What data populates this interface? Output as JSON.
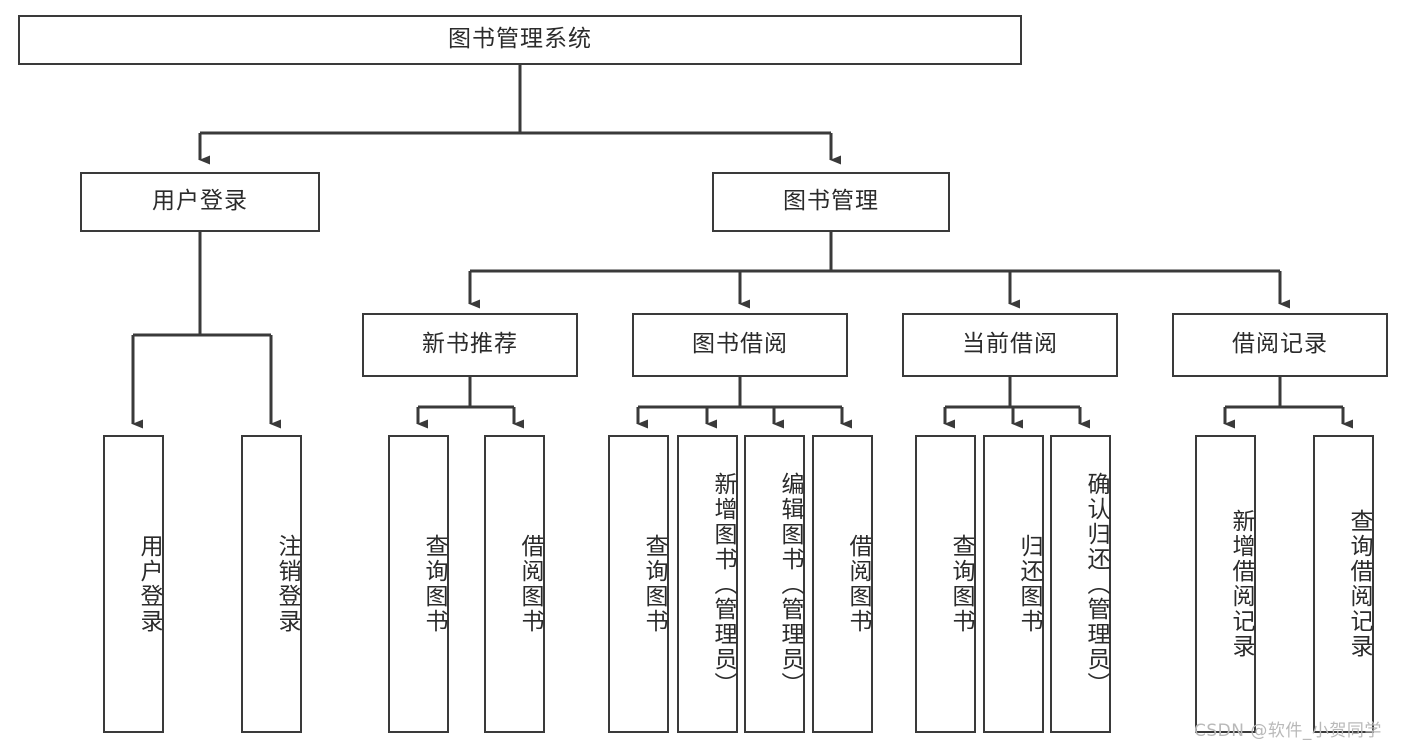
{
  "diagram": {
    "title": "图书管理系统",
    "type": "tree",
    "colors": {
      "box_border": "#3a3a3a",
      "box_fill": "#ffffff",
      "text": "#2b2b2b",
      "connector": "#3a3a3a",
      "watermark": "#b9b9b9",
      "background": "#ffffff"
    },
    "root": {
      "label": "图书管理系统"
    },
    "level1": [
      {
        "label": "用户登录"
      },
      {
        "label": "图书管理"
      }
    ],
    "level2": [
      {
        "label": "新书推荐"
      },
      {
        "label": "图书借阅"
      },
      {
        "label": "当前借阅"
      },
      {
        "label": "借阅记录"
      }
    ],
    "leaves": {
      "user_login": [
        {
          "label": "用户登录"
        },
        {
          "label": "注销登录"
        }
      ],
      "new_book_recommend": [
        {
          "label": "查询图书"
        },
        {
          "label": "借阅图书"
        }
      ],
      "book_borrow": [
        {
          "label": "查询图书"
        },
        {
          "label": "新增图书（管理员）"
        },
        {
          "label": "编辑图书（管理员）"
        },
        {
          "label": "借阅图书"
        }
      ],
      "current_borrow": [
        {
          "label": "查询图书"
        },
        {
          "label": "归还图书"
        },
        {
          "label": "确认归还（管理员）"
        }
      ],
      "borrow_record": [
        {
          "label": "新增借阅记录"
        },
        {
          "label": "查询借阅记录"
        }
      ]
    }
  },
  "watermark": {
    "text": "CSDN @软件_小贺同学"
  }
}
